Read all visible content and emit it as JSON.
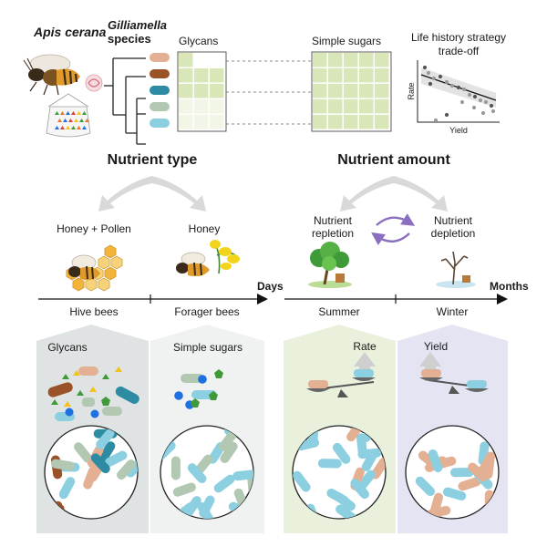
{
  "top": {
    "organism_label": "Apis cerana",
    "genus_label": "Gilliamella",
    "species_label": "species",
    "glycans_label": "Glycans",
    "simple_sugars_label": "Simple sugars",
    "tradeoff_title_line1": "Life history strategy",
    "tradeoff_title_line2": "trade-off",
    "rate_axis": "Rate",
    "yield_axis": "Yield"
  },
  "sections": {
    "nutrient_type": "Nutrient type",
    "nutrient_amount": "Nutrient amount"
  },
  "left_timeline": {
    "diet_a": "Honey + Pollen",
    "diet_b": "Honey",
    "bees_a": "Hive bees",
    "bees_b": "Forager bees",
    "axis_label": "Days"
  },
  "right_timeline": {
    "repletion_line1": "Nutrient",
    "repletion_line2": "repletion",
    "depletion_line1": "Nutrient",
    "depletion_line2": "depletion",
    "season_a": "Summer",
    "season_b": "Winter",
    "axis_label": "Months"
  },
  "panels": {
    "glycans": "Glycans",
    "simple_sugars": "Simple sugars",
    "rate": "Rate",
    "yield": "Yield"
  },
  "colors": {
    "peach": "#e4b093",
    "brown": "#9a5228",
    "teal": "#2d8ba3",
    "sage": "#b2c8b3",
    "lightblue": "#8ccfe0",
    "panel_gray": "#dfe3e3",
    "panel_light": "#f0f2f2",
    "panel_green": "#e9f1dd",
    "panel_lavender": "#e4e4f2",
    "grid_green": "#d9e6b8",
    "sugar_green": "#3f9a3a",
    "sugar_blue": "#1e6fe0"
  }
}
